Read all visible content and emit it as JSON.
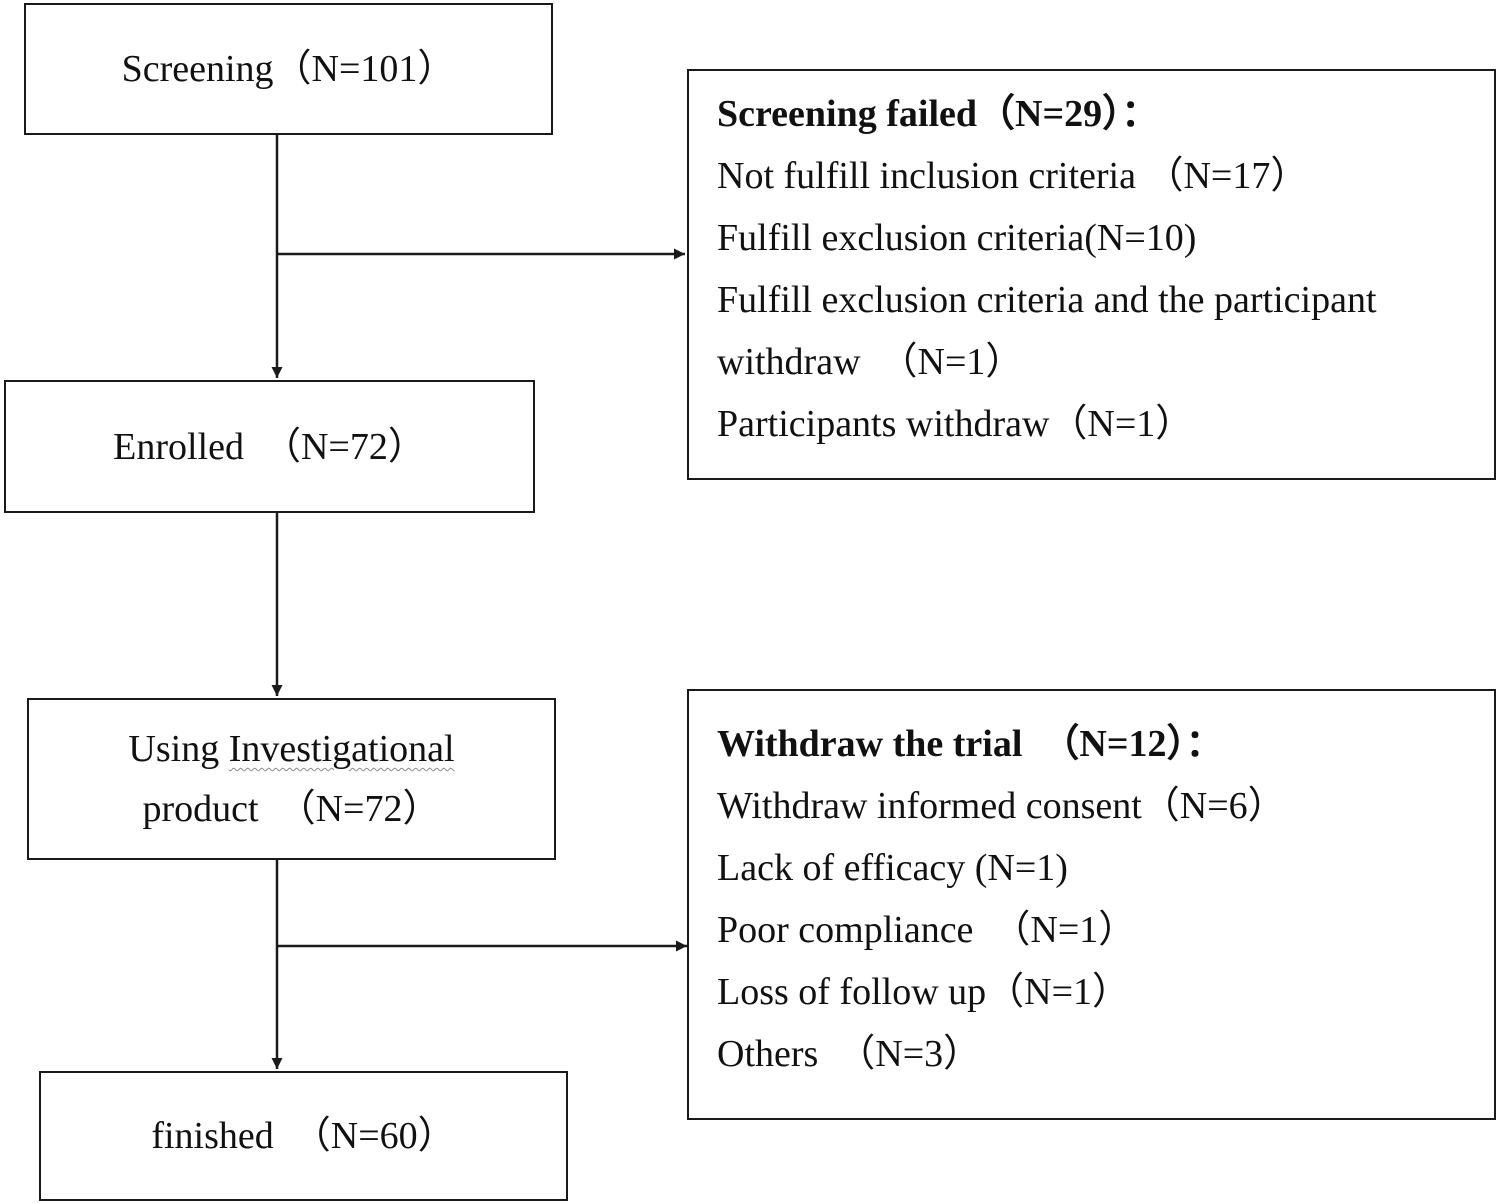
{
  "screening": {
    "label": "Screening（N=101）"
  },
  "enrolled": {
    "label": "Enrolled　（N=72）"
  },
  "investigational": {
    "line1_prefix": "Using ",
    "line1_word": "Investigational",
    "line2": "product　（N=72）"
  },
  "finished": {
    "label": "finished　（N=60）"
  },
  "screening_failed": {
    "title": "Screening failed（N=29）：",
    "items": [
      "Not fulfill inclusion criteria （N=17）",
      "Fulfill exclusion criteria(N=10)",
      "Fulfill exclusion criteria and the participant",
      "withdraw　（N=1）",
      "Participants withdraw（N=1）"
    ]
  },
  "withdraw_trial": {
    "title": "Withdraw the trial　（N=12）：",
    "items": [
      "Withdraw informed consent（N=6）",
      "Lack of efficacy (N=1)",
      "Poor compliance　（N=1）",
      "Loss of follow up（N=1）",
      "Others　（N=3）"
    ]
  }
}
